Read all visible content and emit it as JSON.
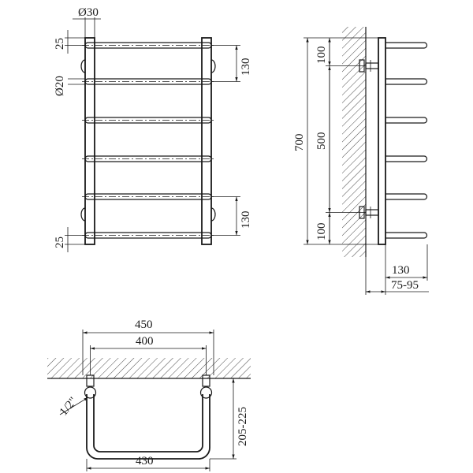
{
  "front_view": {
    "tube_diameter": "Ø30",
    "bar_diameter": "Ø20",
    "top_offset": "25",
    "bottom_offset": "25",
    "upper_spacing": "130",
    "lower_spacing": "130"
  },
  "side_view": {
    "height": "700",
    "mount_distance": "500",
    "top_margin": "100",
    "bottom_margin": "100",
    "depth": "130",
    "wall_gap": "75-95"
  },
  "top_view": {
    "outer_width": "450",
    "axis_width": "400",
    "bottom_width": "430",
    "thread": "1/2\"",
    "projection": "205-225"
  }
}
